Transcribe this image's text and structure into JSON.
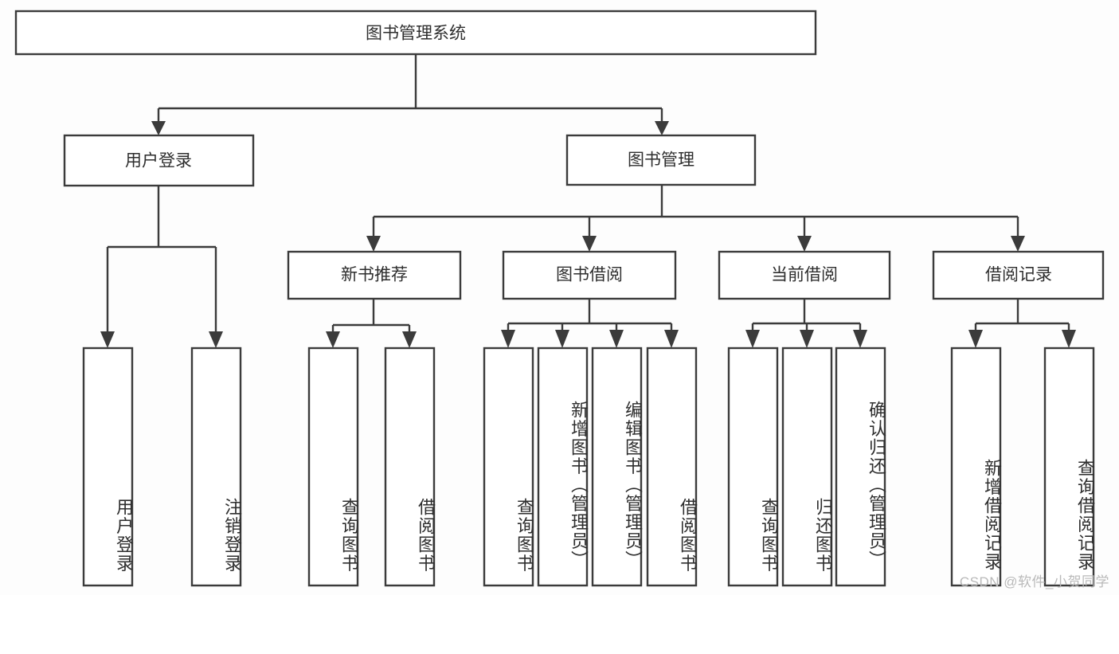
{
  "diagram": {
    "type": "tree-hierarchy-flowchart",
    "title": "图书管理系统",
    "watermark": "CSDN @软件_小贺同学",
    "colors": {
      "background": "#fdfdfd",
      "box_fill": "#ffffff",
      "box_stroke": "#3b3b3b",
      "connector": "#3b3b3b",
      "text": "#2e2e2e",
      "watermark": "#b9b9b9"
    },
    "levels": [
      {
        "level": 0,
        "orientation": "horizontal",
        "nodes": [
          {
            "id": "root",
            "label": "图书管理系统"
          }
        ]
      },
      {
        "level": 1,
        "orientation": "horizontal",
        "nodes": [
          {
            "id": "login",
            "label": "用户登录",
            "parent": "root"
          },
          {
            "id": "bookmgmt",
            "label": "图书管理",
            "parent": "root"
          }
        ]
      },
      {
        "level": 2,
        "orientation": "horizontal",
        "nodes": [
          {
            "id": "newbook",
            "label": "新书推荐",
            "parent": "bookmgmt"
          },
          {
            "id": "borrow",
            "label": "图书借阅",
            "parent": "bookmgmt"
          },
          {
            "id": "current",
            "label": "当前借阅",
            "parent": "bookmgmt"
          },
          {
            "id": "record",
            "label": "借阅记录",
            "parent": "bookmgmt"
          }
        ]
      },
      {
        "level": 3,
        "orientation": "vertical",
        "nodes": [
          {
            "id": "leaf1",
            "label": "用户登录",
            "parent": "login"
          },
          {
            "id": "leaf2",
            "label": "注销登录",
            "parent": "login"
          },
          {
            "id": "leaf3",
            "label": "查询图书",
            "parent": "newbook"
          },
          {
            "id": "leaf4",
            "label": "借阅图书",
            "parent": "newbook"
          },
          {
            "id": "leaf5",
            "label": "查询图书",
            "parent": "borrow"
          },
          {
            "id": "leaf6",
            "label": "新增图书（管理员）",
            "parent": "borrow"
          },
          {
            "id": "leaf7",
            "label": "编辑图书（管理员）",
            "parent": "borrow"
          },
          {
            "id": "leaf8",
            "label": "借阅图书",
            "parent": "borrow"
          },
          {
            "id": "leaf9",
            "label": "查询图书",
            "parent": "current"
          },
          {
            "id": "leaf10",
            "label": "归还图书",
            "parent": "current"
          },
          {
            "id": "leaf11",
            "label": "确认归还（管理员）",
            "parent": "current"
          },
          {
            "id": "leaf12",
            "label": "新增借阅记录",
            "parent": "record"
          },
          {
            "id": "leaf13",
            "label": "查询借阅记录",
            "parent": "record"
          }
        ]
      }
    ]
  }
}
